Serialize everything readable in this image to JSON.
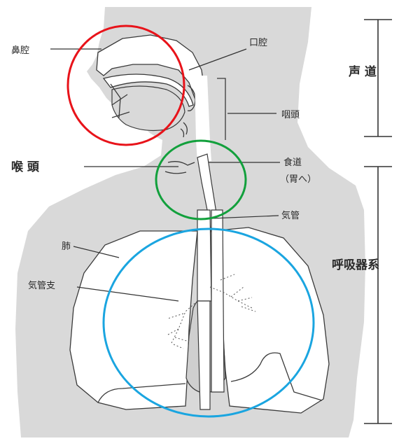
{
  "labels": {
    "nasal_cavity": "鼻腔",
    "oral_cavity": "口腔",
    "pharynx": "咽頭",
    "larynx": "喉 頭",
    "esophagus_line1": "食道",
    "esophagus_line2": "（胃へ）",
    "trachea": "気管",
    "lung": "肺",
    "bronchus": "気管支",
    "vocal_tract": "声 道",
    "respiratory_system": "呼吸器系"
  },
  "highlights": {
    "nasal_oral_circle": "#e8131a",
    "larynx_circle": "#12a03c",
    "lung_circle": "#1aa5e0"
  },
  "colors": {
    "body_fill": "#d9d9d9",
    "organ_fill": "#ffffff",
    "ink": "#333333"
  }
}
